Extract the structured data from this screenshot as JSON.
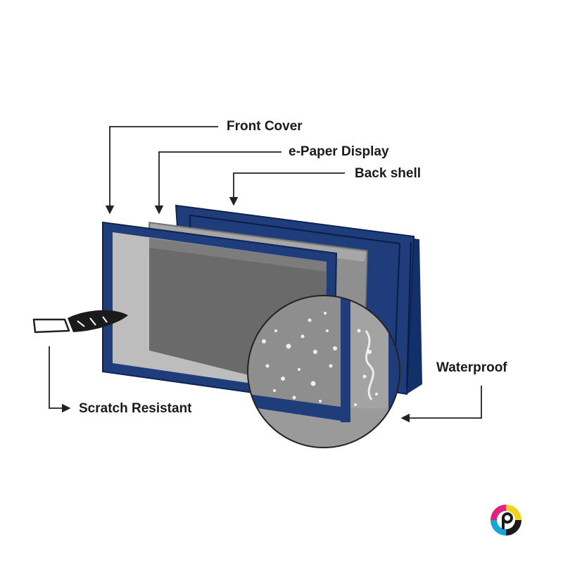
{
  "labels": {
    "front_cover": "Front Cover",
    "epaper_display": "e-Paper Display",
    "back_shell": "Back shell",
    "waterproof": "Waterproof",
    "scratch_resistant": "Scratch Resistant"
  },
  "colors": {
    "frame_navy": "#1f3d7a",
    "frame_navy_dark": "#102a5c",
    "screen_light": "#b9b9b9",
    "screen_mid": "#8a8a8a",
    "screen_dark": "#5f5f5f",
    "line": "#222222"
  },
  "icons": {
    "knife": "knife-icon",
    "logo": "brand-logo-icon"
  }
}
